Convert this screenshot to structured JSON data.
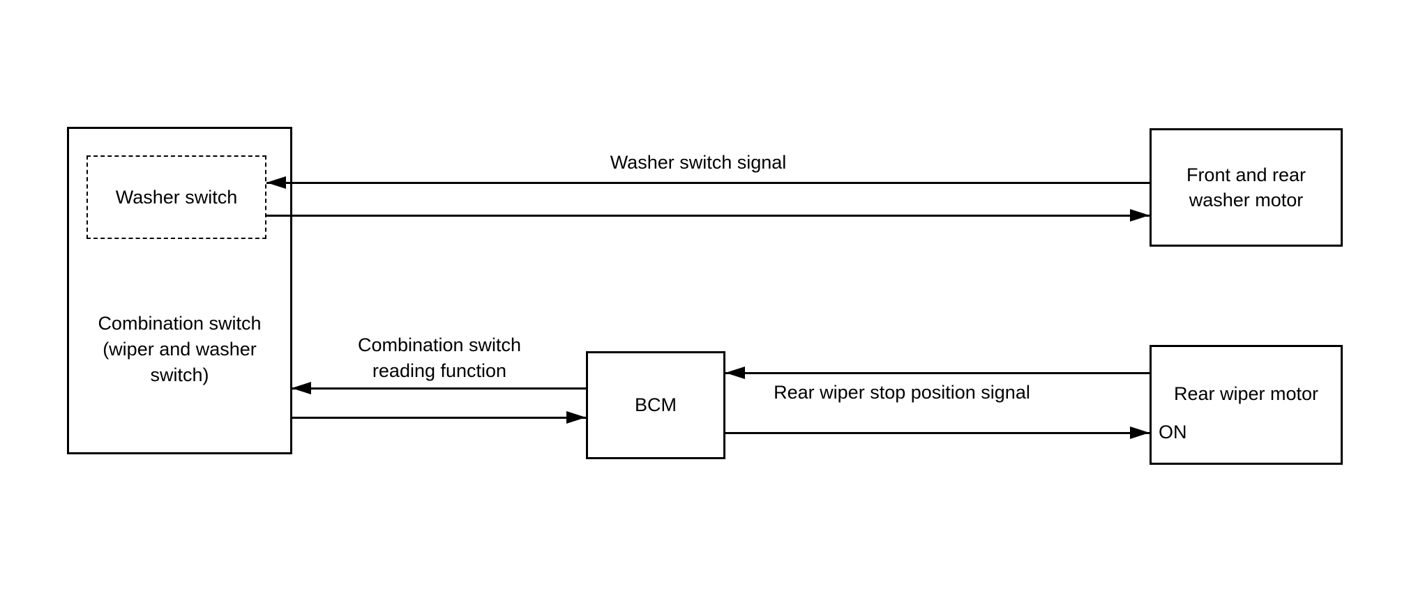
{
  "colors": {
    "ink": "#000000",
    "background": "#ffffff"
  },
  "nodes": {
    "combination_switch": {
      "line1": "Combination switch",
      "line2": "(wiper and washer",
      "line3": "switch)"
    },
    "washer_switch": {
      "label": "Washer switch"
    },
    "front_rear_washer_motor": {
      "line1": "Front and rear",
      "line2": "washer motor"
    },
    "bcm": {
      "label": "BCM"
    },
    "rear_wiper_motor": {
      "label": "Rear wiper motor",
      "state": "ON"
    }
  },
  "signals": {
    "washer_switch_signal": "Washer switch signal",
    "combination_switch_reading": {
      "line1": "Combination switch",
      "line2": "reading function"
    },
    "rear_wiper_stop_position_signal": "Rear wiper stop position signal"
  }
}
